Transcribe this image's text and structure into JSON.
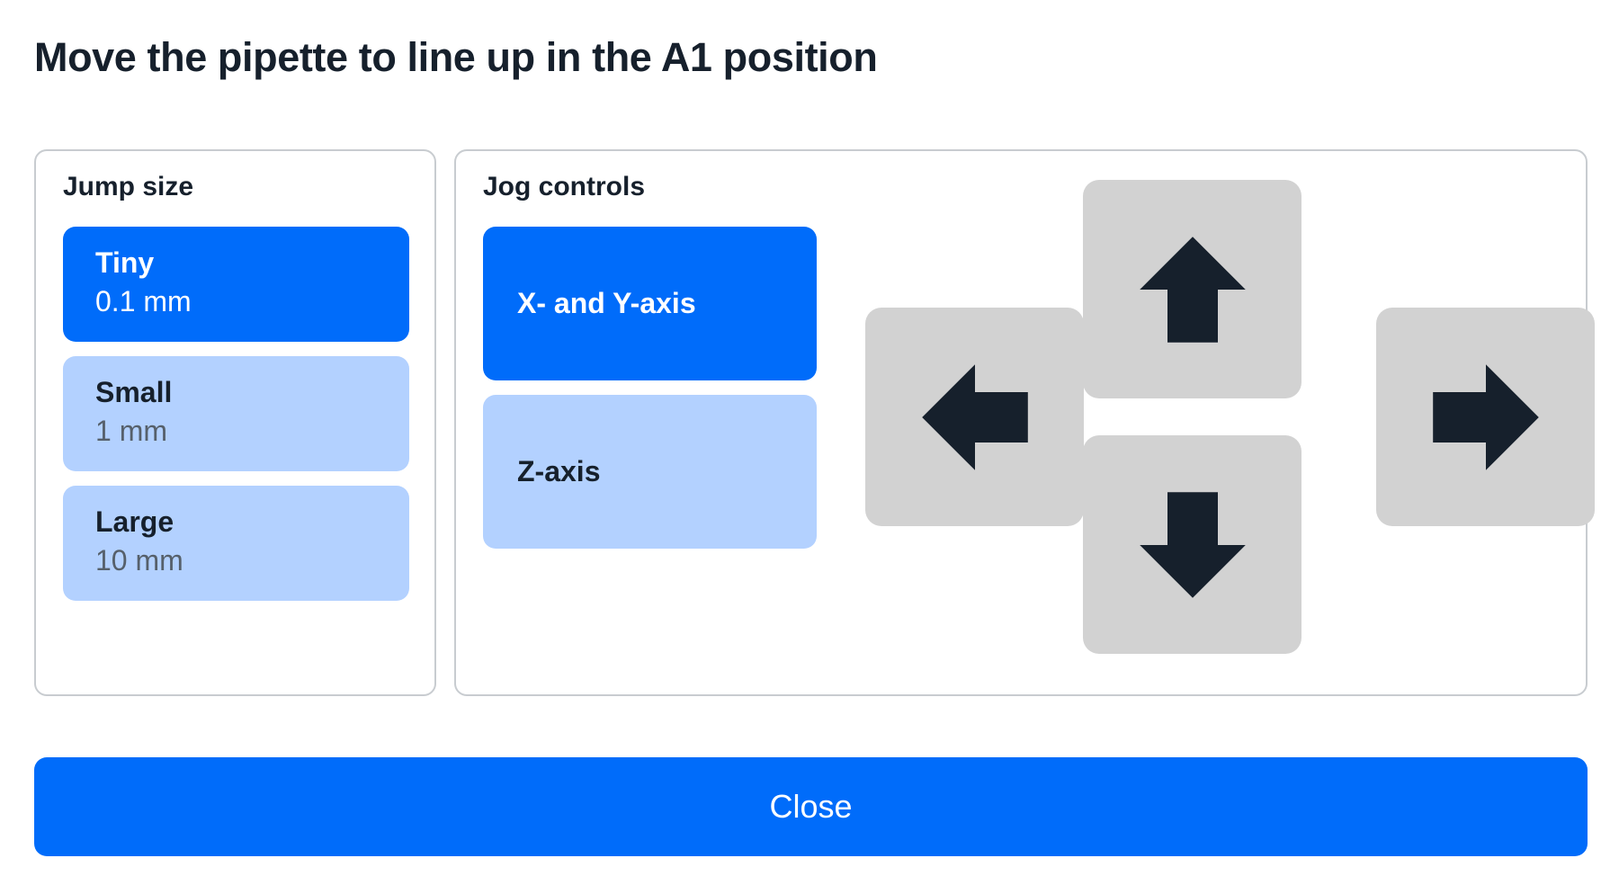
{
  "page": {
    "title": "Move the pipette to line up in the A1 position"
  },
  "jump_size_panel": {
    "heading": "Jump size",
    "options": [
      {
        "name": "Tiny",
        "value": "0.1 mm",
        "selected": true
      },
      {
        "name": "Small",
        "value": "1 mm",
        "selected": false
      },
      {
        "name": "Large",
        "value": "10 mm",
        "selected": false
      }
    ]
  },
  "jog_controls_panel": {
    "heading": "Jog controls",
    "axis_options": [
      {
        "label": "X- and Y-axis",
        "selected": true
      },
      {
        "label": "Z-axis",
        "selected": false
      }
    ],
    "dpad": [
      {
        "icon": "arrow-up-icon",
        "direction": "up"
      },
      {
        "icon": "arrow-down-icon",
        "direction": "down"
      },
      {
        "icon": "arrow-left-icon",
        "direction": "left"
      },
      {
        "icon": "arrow-right-icon",
        "direction": "right"
      }
    ]
  },
  "footer": {
    "close_label": "Close"
  },
  "colors": {
    "accent_blue": "#006CFA",
    "light_blue": "#B3D1FF",
    "dark_navy": "#16202C",
    "button_gray": "#D2D2D2",
    "card_border": "#C8CCD0",
    "muted_text": "#56606B"
  }
}
